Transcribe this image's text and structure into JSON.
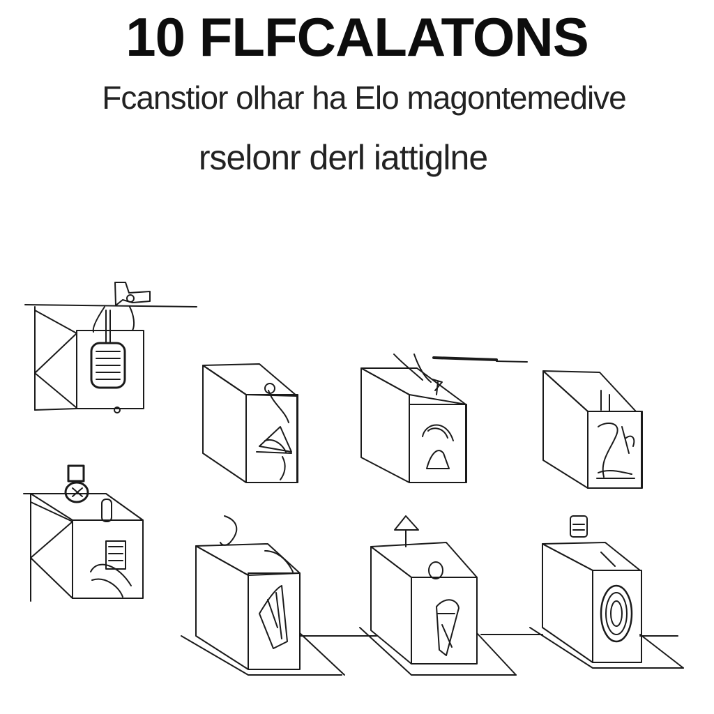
{
  "header": {
    "title": "10 FLFCALATONS",
    "subtitle_line1": "Fcanstior olhar ha Elo magontemedive",
    "subtitle_line2": "rselonr derl iattiglne"
  },
  "colors": {
    "ink": "#1a1a1a",
    "background": "#ffffff"
  }
}
